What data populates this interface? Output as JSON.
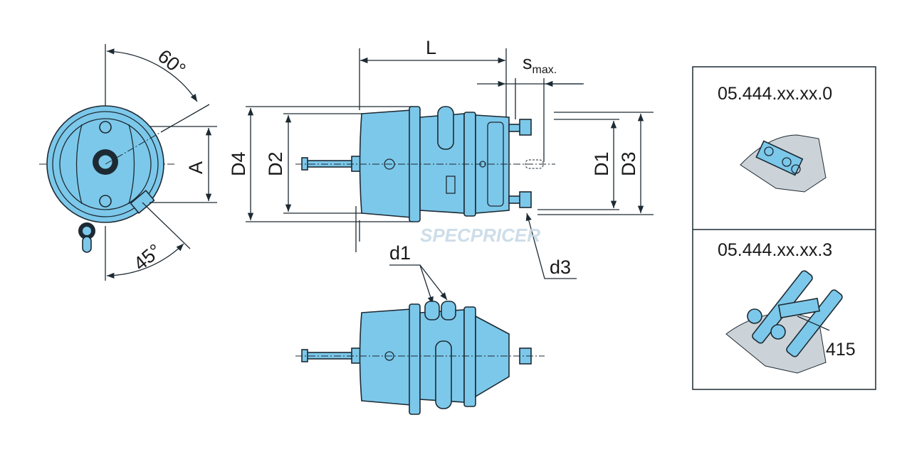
{
  "front_view": {
    "angle_top": "60°",
    "angle_bottom": "45°",
    "dim_a": "A"
  },
  "side_view": {
    "dim_d4": "D4",
    "dim_d2": "D2",
    "dim_l": "L",
    "dim_s": "s",
    "dim_s_sub": "max.",
    "dim_d1": "D1",
    "dim_d3": "D3",
    "dim_d1_port": "d1",
    "dim_d3_port": "d3"
  },
  "variants": [
    {
      "code": "05.444.xx.xx.0"
    },
    {
      "code": "05.444.xx.xx.3",
      "callout": "415"
    }
  ],
  "watermark": "SPECPRICER",
  "colors": {
    "part": "#7cc8ea",
    "line": "#1d2a33"
  }
}
